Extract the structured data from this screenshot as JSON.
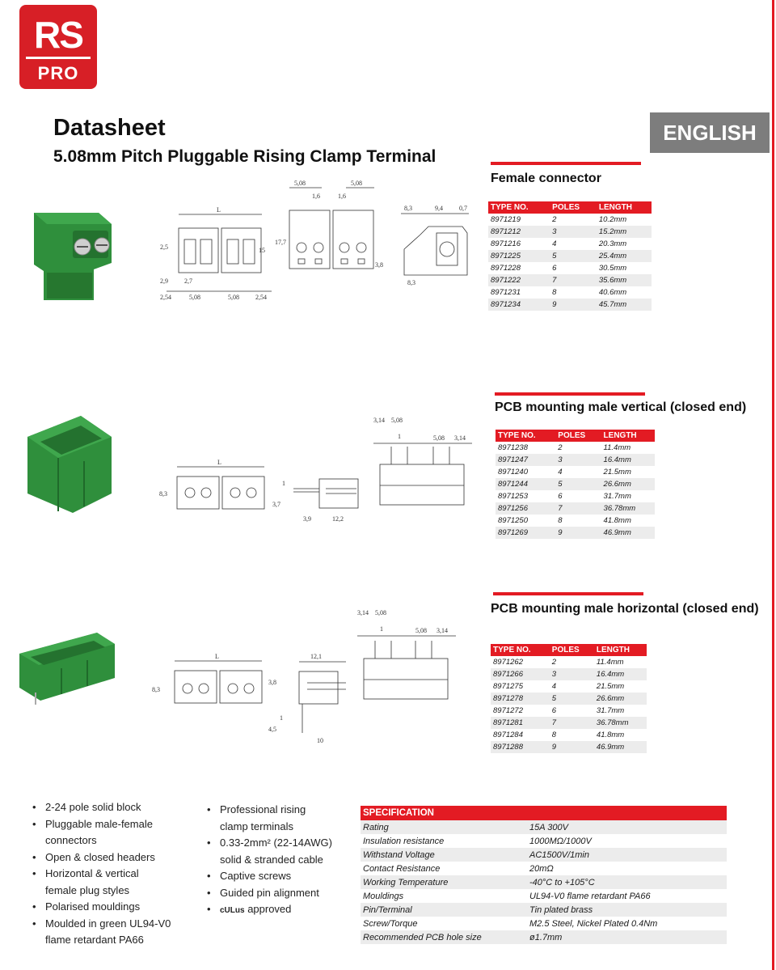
{
  "brand": {
    "rs": "RS",
    "pro": "PRO"
  },
  "header": {
    "title": "Datasheet",
    "subtitle": "5.08mm Pitch Pluggable Rising Clamp Terminal",
    "language": "ENGLISH"
  },
  "sections": [
    {
      "title": "Female connector",
      "columns": [
        "TYPE NO.",
        "POLES",
        "LENGTH"
      ],
      "rows": [
        [
          "8971219",
          "2",
          "10.2mm"
        ],
        [
          "8971212",
          "3",
          "15.2mm"
        ],
        [
          "8971216",
          "4",
          "20.3mm"
        ],
        [
          "8971225",
          "5",
          "25.4mm"
        ],
        [
          "8971228",
          "6",
          "30.5mm"
        ],
        [
          "8971222",
          "7",
          "35.6mm"
        ],
        [
          "8971231",
          "8",
          "40.6mm"
        ],
        [
          "8971234",
          "9",
          "45.7mm"
        ]
      ],
      "dims": {
        "d1": "5,08",
        "d2": "5,08",
        "d3": "1,6",
        "d4": "1,6",
        "L": "L",
        "h1": "2,5",
        "h2": "2,9",
        "w1": "2,7",
        "w2": "2,54",
        "w3": "5,08",
        "w4": "5,08",
        "w5": "2,54",
        "h3": "15",
        "h4": "17,7",
        "s1": "8,3",
        "s2": "9,4",
        "s3": "0,7",
        "s4": "3,8",
        "s5": "8,3"
      }
    },
    {
      "title": "PCB mounting male vertical (closed end)",
      "columns": [
        "TYPE NO.",
        "POLES",
        "LENGTH"
      ],
      "rows": [
        [
          "8971238",
          "2",
          "11.4mm"
        ],
        [
          "8971247",
          "3",
          "16.4mm"
        ],
        [
          "8971240",
          "4",
          "21.5mm"
        ],
        [
          "8971244",
          "5",
          "26.6mm"
        ],
        [
          "8971253",
          "6",
          "31.7mm"
        ],
        [
          "8971256",
          "7",
          "36.78mm"
        ],
        [
          "8971250",
          "8",
          "41.8mm"
        ],
        [
          "8971269",
          "9",
          "46.9mm"
        ]
      ],
      "dims": {
        "L": "L",
        "h": "8,3",
        "a": "1",
        "b": "3,7",
        "c": "3,9",
        "d": "12,2",
        "t1": "3,14",
        "t2": "5,08",
        "t3": "1",
        "t4": "5,08",
        "t5": "3,14"
      }
    },
    {
      "title": "PCB mounting male horizontal (closed end)",
      "columns": [
        "TYPE NO.",
        "POLES",
        "LENGTH"
      ],
      "rows": [
        [
          "8971262",
          "2",
          "11.4mm"
        ],
        [
          "8971266",
          "3",
          "16.4mm"
        ],
        [
          "8971275",
          "4",
          "21.5mm"
        ],
        [
          "8971278",
          "5",
          "26.6mm"
        ],
        [
          "8971272",
          "6",
          "31.7mm"
        ],
        [
          "8971281",
          "7",
          "36.78mm"
        ],
        [
          "8971284",
          "8",
          "41.8mm"
        ],
        [
          "8971288",
          "9",
          "46.9mm"
        ]
      ],
      "dims": {
        "L": "L",
        "h": "8,3",
        "w": "12,1",
        "a": "3,8",
        "b": "1",
        "c": "4,5",
        "d": "10",
        "t1": "3,14",
        "t2": "5,08",
        "t3": "1",
        "t4": "5,08",
        "t5": "3,14"
      }
    }
  ],
  "features_col1": [
    {
      "text": "2-24 pole solid block",
      "bullet": true
    },
    {
      "text": "Pluggable male-female",
      "bullet": true
    },
    {
      "text": "connectors",
      "bullet": false
    },
    {
      "text": "Open & closed headers",
      "bullet": true
    },
    {
      "text": "Horizontal & vertical",
      "bullet": true
    },
    {
      "text": "female plug styles",
      "bullet": false
    },
    {
      "text": "Polarised mouldings",
      "bullet": true
    },
    {
      "text": "Moulded in green UL94-V0",
      "bullet": true
    },
    {
      "text": "flame retardant PA66",
      "bullet": false
    }
  ],
  "features_col2": [
    {
      "text": "Professional rising",
      "bullet": true
    },
    {
      "text": "clamp terminals",
      "bullet": false
    },
    {
      "text": "0.33-2mm² (22-14AWG)",
      "bullet": true
    },
    {
      "text": "solid & stranded cable",
      "bullet": false
    },
    {
      "text": "Captive screws",
      "bullet": true
    },
    {
      "text": "Guided pin alignment",
      "bullet": true
    },
    {
      "text": "approved",
      "bullet": true
    }
  ],
  "ul_mark": "cULus",
  "specification": {
    "heading": "SPECIFICATION",
    "rows": [
      [
        "Rating",
        "15A 300V"
      ],
      [
        "Insulation resistance",
        "1000MΩ/1000V"
      ],
      [
        "Withstand Voltage",
        "AC1500V/1min"
      ],
      [
        "Contact Resistance",
        "20mΩ"
      ],
      [
        "Working Temperature",
        "-40°C to +105°C"
      ],
      [
        "Mouldings",
        "UL94-V0 flame retardant PA66"
      ],
      [
        "Pin/Terminal",
        "Tin plated brass"
      ],
      [
        "Screw/Torque",
        "M2.5 Steel, Nickel Plated 0.4Nm"
      ],
      [
        "Recommended PCB hole size",
        "ø1.7mm"
      ]
    ]
  },
  "colors": {
    "accent": "#e31b23",
    "grey_box": "#7d7d7d",
    "product_green": "#2e8b3a"
  }
}
